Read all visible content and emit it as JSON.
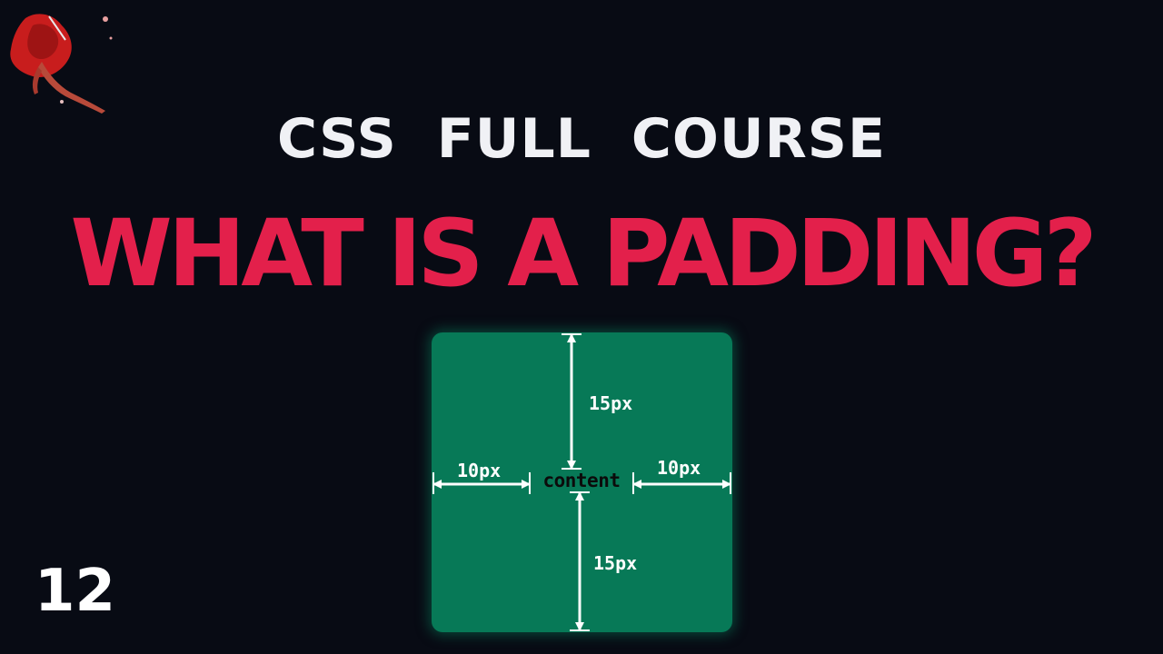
{
  "course_title": "CSS FULL COURSE",
  "headline": "WHAT IS A PADDING?",
  "diagram": {
    "padding_top_label": "15px",
    "padding_bottom_label": "15px",
    "padding_left_label": "10px",
    "padding_right_label": "10px",
    "content_label": "content",
    "box_color": "#077957",
    "arrow_color": "#ffffff"
  },
  "episode_number": "12",
  "colors": {
    "background": "#080b14",
    "title": "#f0f1f5",
    "headline": "#e3204b",
    "logo": "#c81d1d"
  },
  "logo_icon": "red-cloaked-figure-logo"
}
